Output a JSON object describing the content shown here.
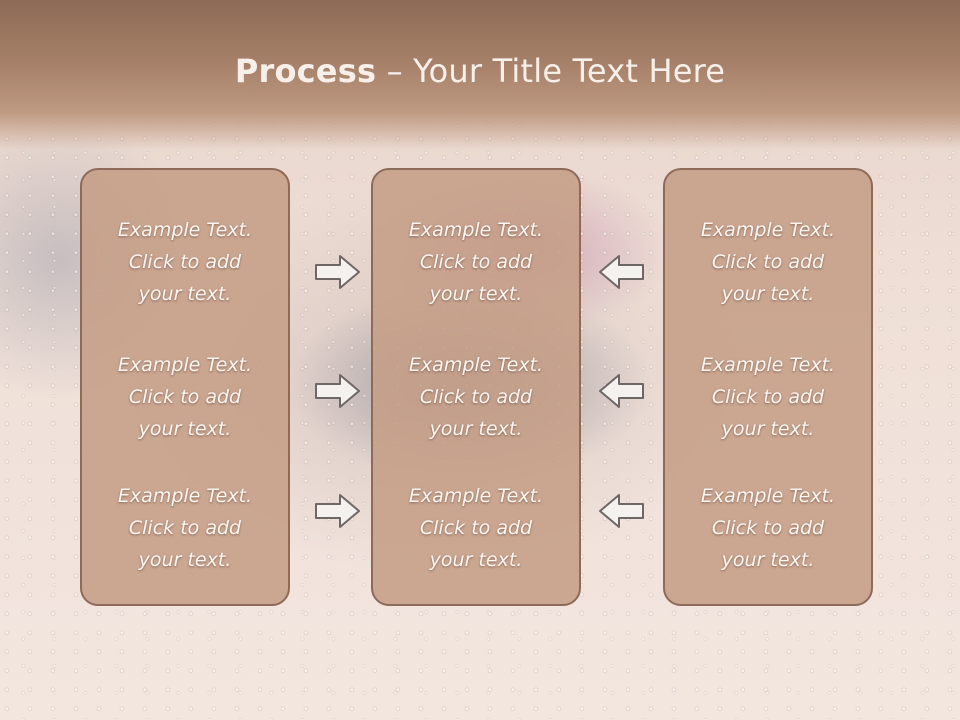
{
  "slide": {
    "title_bold": "Process",
    "title_rest": " – Your Title Text Here",
    "columns": [
      {
        "items": [
          {
            "line1": "Example Text.",
            "line2": "Click  to add",
            "line3": "your text."
          },
          {
            "line1": "Example Text.",
            "line2": "Click  to add",
            "line3": "your text."
          },
          {
            "line1": "Example Text.",
            "line2": "Click  to add",
            "line3": "your text."
          }
        ]
      },
      {
        "items": [
          {
            "line1": "Example Text.",
            "line2": "Click  to add",
            "line3": "your text."
          },
          {
            "line1": "Example Text.",
            "line2": "Click  to add",
            "line3": "your text."
          },
          {
            "line1": "Example Text.",
            "line2": "Click  to add",
            "line3": "your text."
          }
        ]
      },
      {
        "items": [
          {
            "line1": "Example Text.",
            "line2": "Click  to add",
            "line3": "your text."
          },
          {
            "line1": "Example Text.",
            "line2": "Click  to add",
            "line3": "your text."
          },
          {
            "line1": "Example Text.",
            "line2": "Click  to add",
            "line3": "your text."
          }
        ]
      }
    ],
    "icons": {
      "left_arrows": "arrow-right-icon",
      "right_arrows": "arrow-left-icon"
    },
    "colors": {
      "header": "#a8826a",
      "box_fill": "#c59e86",
      "box_border": "#8e6a58",
      "text": "#fbf6f2"
    }
  }
}
